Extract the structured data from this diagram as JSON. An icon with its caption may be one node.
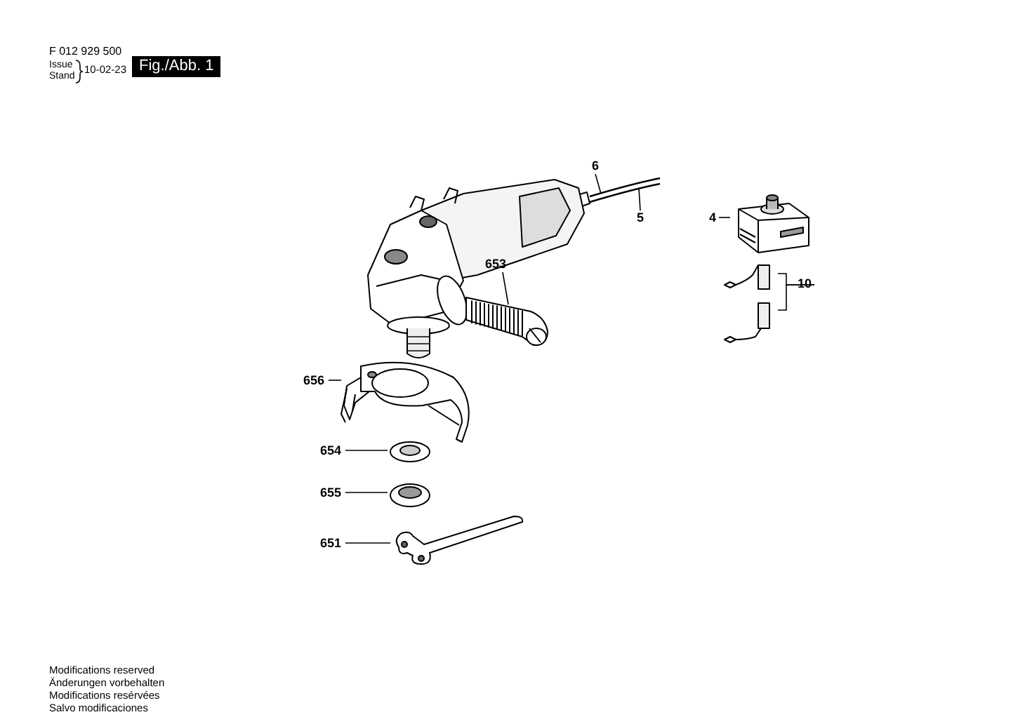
{
  "diagram": {
    "nodes": [
      {
        "text": [
          "6"
        ]
      },
      {
        "text": [
          "5"
        ]
      },
      {
        "text": [
          "653"
        ]
      },
      {
        "text": [
          "4"
        ]
      },
      {
        "text": [
          "10"
        ]
      },
      {
        "text": [
          "656"
        ]
      },
      {
        "text": [
          "654"
        ]
      },
      {
        "text": [
          "655"
        ]
      },
      {
        "text": [
          "651"
        ]
      },
      {
        "text": [],
        "shape": "picture"
      },
      {
        "text": [],
        "shape": "picture"
      },
      {
        "text": [],
        "shape": "picture"
      },
      {
        "text": [],
        "shape": "picture"
      },
      {
        "text": [],
        "shape": "picture"
      },
      {
        "text": [],
        "shape": "picture"
      },
      {
        "text": [],
        "shape": "picture"
      },
      {
        "text": [],
        "shape": "picture"
      }
    ],
    "edges": [
      {
        "from": 0,
        "to": null,
        "arrow": "none"
      },
      {
        "from": 1,
        "to": null,
        "arrow": "none"
      },
      {
        "from": 2,
        "to": 9,
        "arrow": "none"
      },
      {
        "from": 3,
        "to": 10,
        "arrow": "none"
      },
      {
        "from": 4,
        "to": 11,
        "arrow": "none"
      },
      {
        "from": 4,
        "to": 12,
        "arrow": "none"
      },
      {
        "from": 5,
        "to": 13,
        "arrow": "none"
      },
      {
        "from": 6,
        "to": 14,
        "arrow": "none"
      },
      {
        "from": 7,
        "to": 15,
        "arrow": "none"
      },
      {
        "from": 8,
        "to": 16,
        "arrow": "none"
      }
    ],
    "labels": [
      "F 012 929 500",
      "Issue",
      "Stand",
      "10-02-23",
      "Fig./Abb. 1",
      "Modifications reserved",
      "Änderungen vorbehalten",
      "Modifications resérvées",
      "Salvo modificaciones"
    ]
  }
}
